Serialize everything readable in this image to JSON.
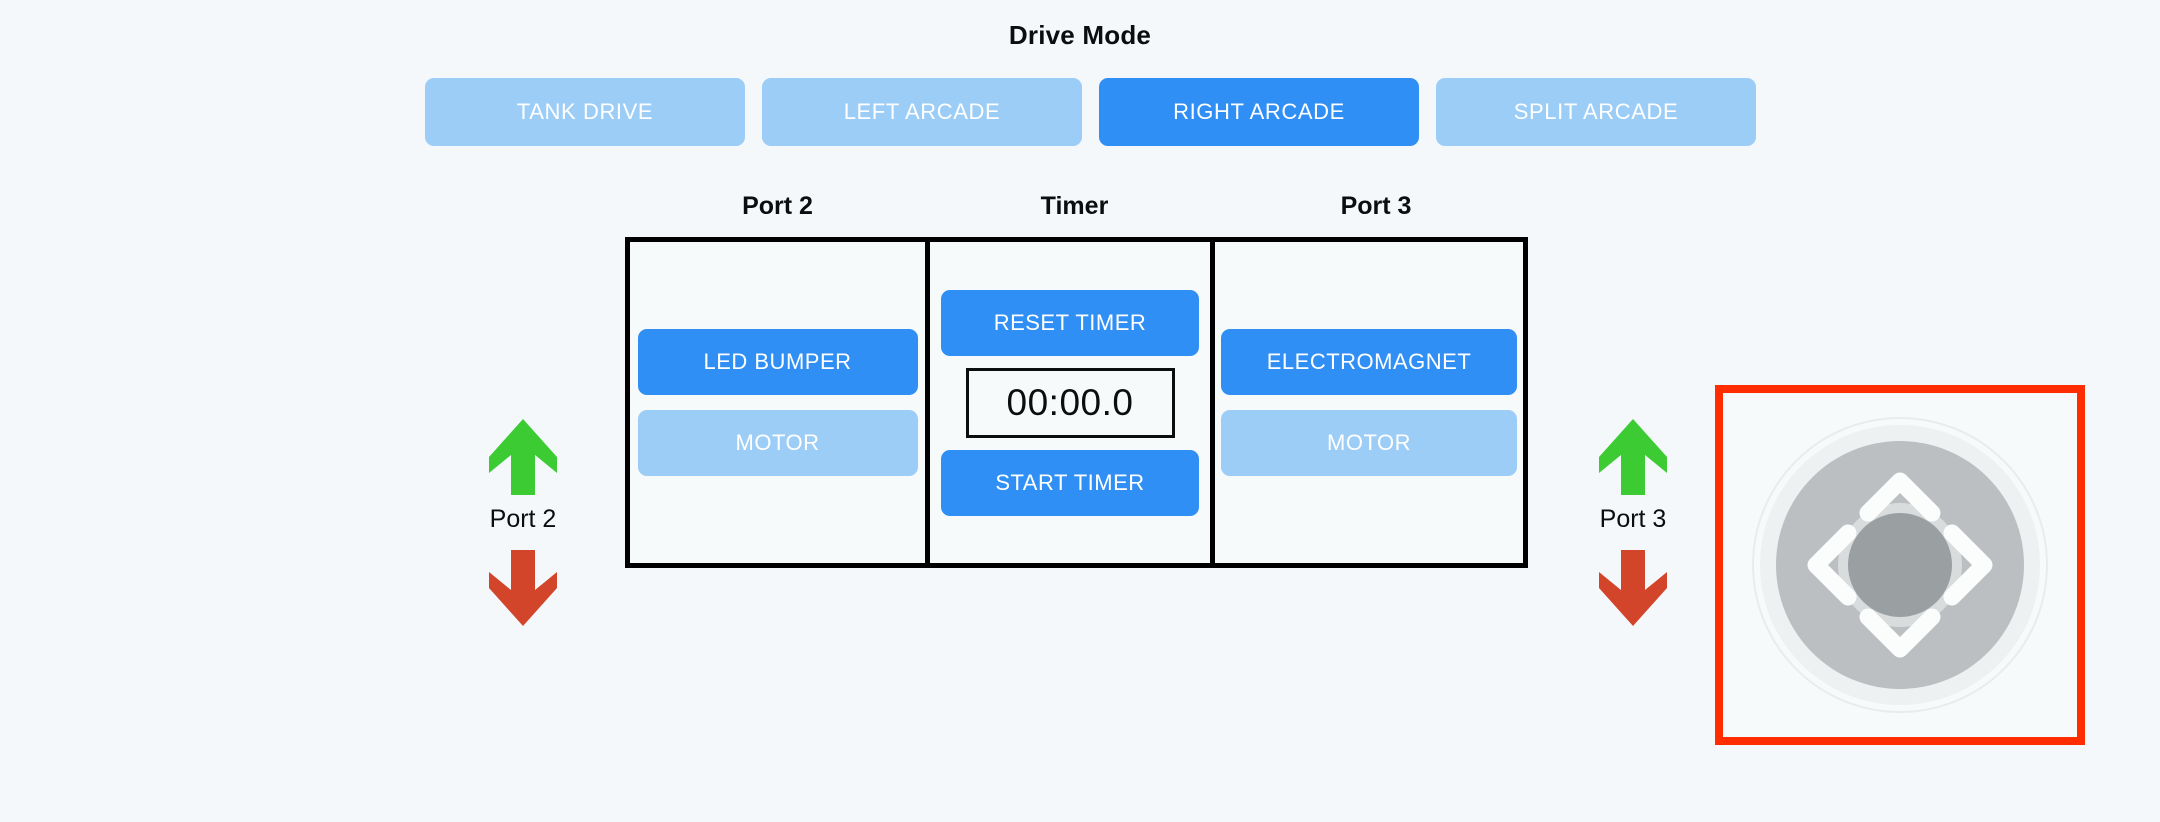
{
  "page": {
    "background_color": "#f4f8fa",
    "title": "Drive Mode"
  },
  "drive_mode": {
    "title": "Drive Mode",
    "active_color": "#2f8ff5",
    "inactive_color": "#9ccdf7",
    "selected": "RIGHT ARCADE",
    "options": [
      {
        "label": "TANK DRIVE",
        "active": false
      },
      {
        "label": "LEFT ARCADE",
        "active": false
      },
      {
        "label": "RIGHT ARCADE",
        "active": true
      },
      {
        "label": "SPLIT ARCADE",
        "active": false
      }
    ]
  },
  "columns": {
    "port2_header": "Port 2",
    "timer_header": "Timer",
    "port3_header": "Port 3"
  },
  "port2_panel": {
    "buttons": [
      {
        "label": "LED BUMPER",
        "active": true
      },
      {
        "label": "MOTOR",
        "active": false
      }
    ]
  },
  "timer_panel": {
    "reset_label": "RESET TIMER",
    "display_value": "00:00.0",
    "start_label": "START TIMER"
  },
  "port3_panel": {
    "buttons": [
      {
        "label": "ELECTROMAGNET",
        "active": true
      },
      {
        "label": "MOTOR",
        "active": false
      }
    ]
  },
  "left_port_control": {
    "label": "Port 2",
    "up_icon": "arrow-up-icon",
    "down_icon": "arrow-down-icon",
    "up_color": "#3dcb33",
    "down_color": "#d2452a"
  },
  "right_port_control": {
    "label": "Port 3",
    "up_icon": "arrow-up-icon",
    "down_icon": "arrow-down-icon",
    "up_color": "#3dcb33",
    "down_color": "#d2452a"
  },
  "dpad": {
    "icon": "dpad-icon",
    "highlight_border_color": "#ff2d00",
    "ring_color": "#bcbfc1",
    "center_color": "#9a9fa2",
    "chevron_color": "#fbfcfc",
    "directions": [
      "up",
      "right",
      "down",
      "left"
    ]
  }
}
